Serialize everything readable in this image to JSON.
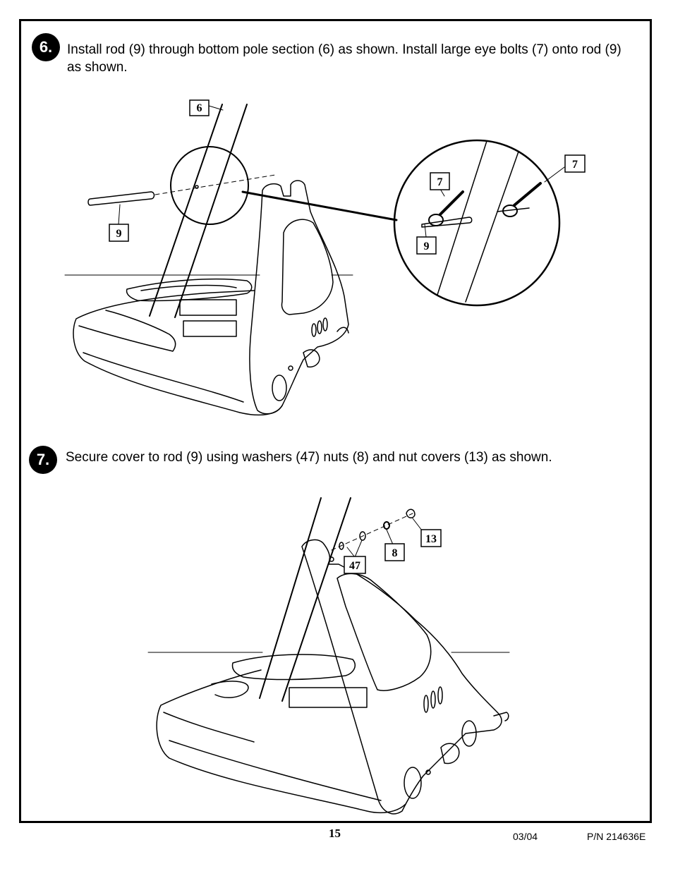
{
  "steps": [
    {
      "number": "6.",
      "text": "Install rod (9) through bottom pole section (6) as shown.  Install large eye bolts (7) onto rod (9) as shown.",
      "callouts": [
        "6",
        "9",
        "7",
        "7",
        "9"
      ]
    },
    {
      "number": "7.",
      "text": "Secure cover to rod (9) using washers (47) nuts (8) and nut covers (13) as shown.",
      "callouts": [
        "13",
        "8",
        "47"
      ]
    }
  ],
  "footer": {
    "page_number": "15",
    "date": "03/04",
    "part_number": "P/N 214636E"
  }
}
